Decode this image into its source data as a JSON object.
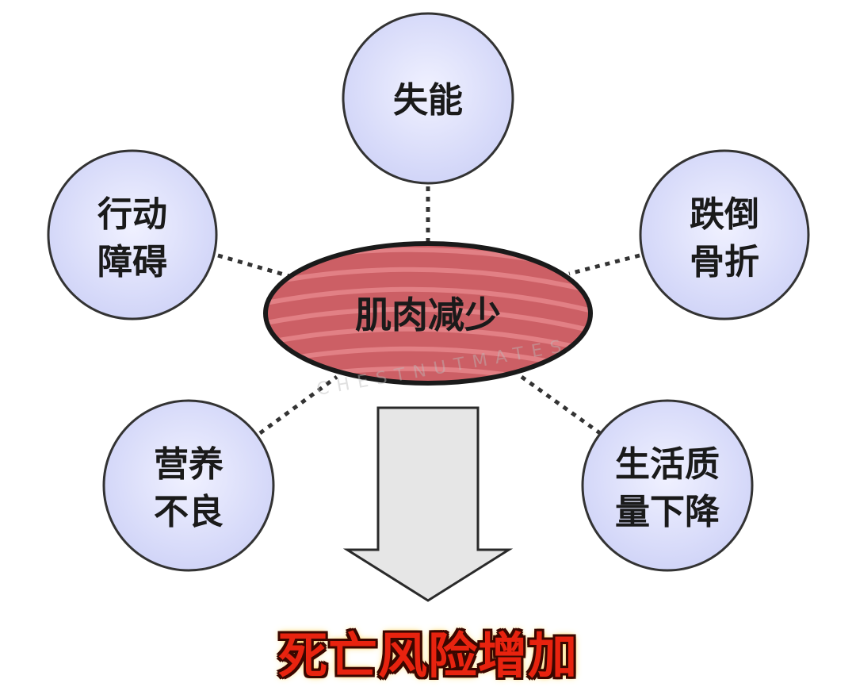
{
  "center": {
    "label": "肌肉减少"
  },
  "nodes": [
    {
      "id": "disability",
      "lines": [
        "失能"
      ]
    },
    {
      "id": "mobility",
      "lines": [
        "行动",
        "障碍"
      ]
    },
    {
      "id": "fall-fracture",
      "lines": [
        "跌倒",
        "骨折"
      ]
    },
    {
      "id": "malnutrition",
      "lines": [
        "营养",
        "不良"
      ]
    },
    {
      "id": "quality-of-life",
      "lines": [
        "生活质",
        "量下降"
      ]
    }
  ],
  "outcome": {
    "label": "死亡风险增加"
  },
  "watermark": {
    "text": "CHESTNUTMATES"
  },
  "colors": {
    "node_fill": "#d9dcfb",
    "node_stroke": "#333333",
    "muscle_fill": "#cc5f65",
    "muscle_stripe": "#e5878b",
    "arrow_fill": "#e6e6e6",
    "outcome_text": "#e8230f"
  }
}
